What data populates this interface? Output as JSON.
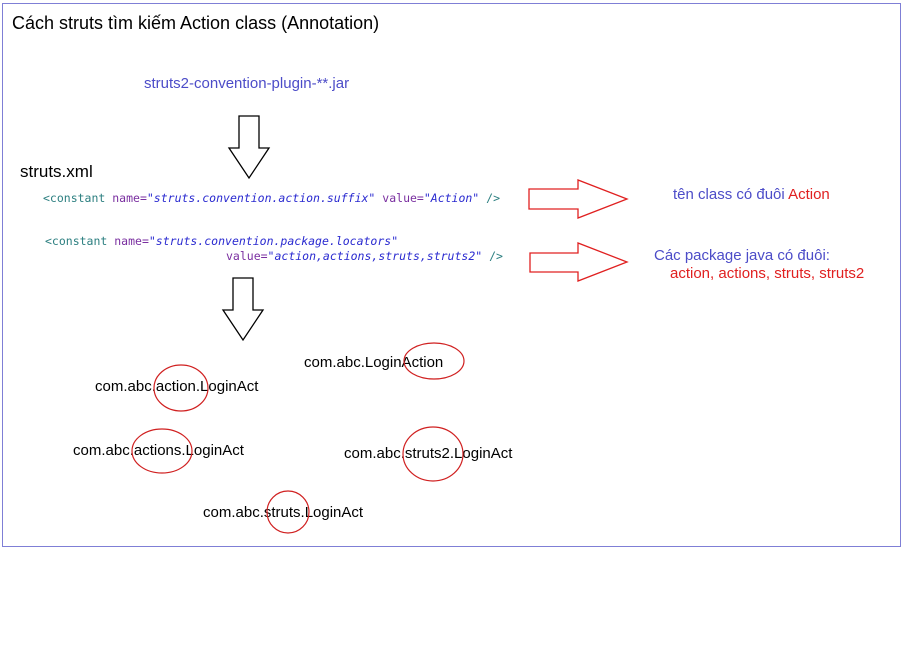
{
  "title": "Cách struts tìm kiếm Action class  (Annotation)",
  "jar": "struts2-convention-plugin-**.jar",
  "struts_xml_label": "struts.xml",
  "constant1": {
    "open": "<constant",
    "name_attr": "name=",
    "name_value": "\"struts.convention.action.suffix\"",
    "value_attr": "value=",
    "value_value": "\"Action\"",
    "close": "/>"
  },
  "constant2": {
    "open": "<constant",
    "name_attr": "name=",
    "name_value": "\"struts.convention.package.locators\"",
    "value_attr": "value=",
    "value_value": "\"action,actions,struts,struts2\"",
    "close": "/>"
  },
  "desc1": {
    "text": "tên class có đuôi ",
    "highlight": "Action"
  },
  "desc2": {
    "line1": "Các package java có đuôi:",
    "line2": "action, actions, struts, struts2"
  },
  "examples": [
    "com.abc.LoginAction",
    "com.abc.action.LoginAct",
    "com.abc.actions.LoginAct",
    "com.abc.struts2.LoginAct",
    "com.abc.struts.LoginAct"
  ],
  "colors": {
    "text_blue": "#4c4cc8",
    "red": "#e02020",
    "frame": "#7f7fd6"
  }
}
